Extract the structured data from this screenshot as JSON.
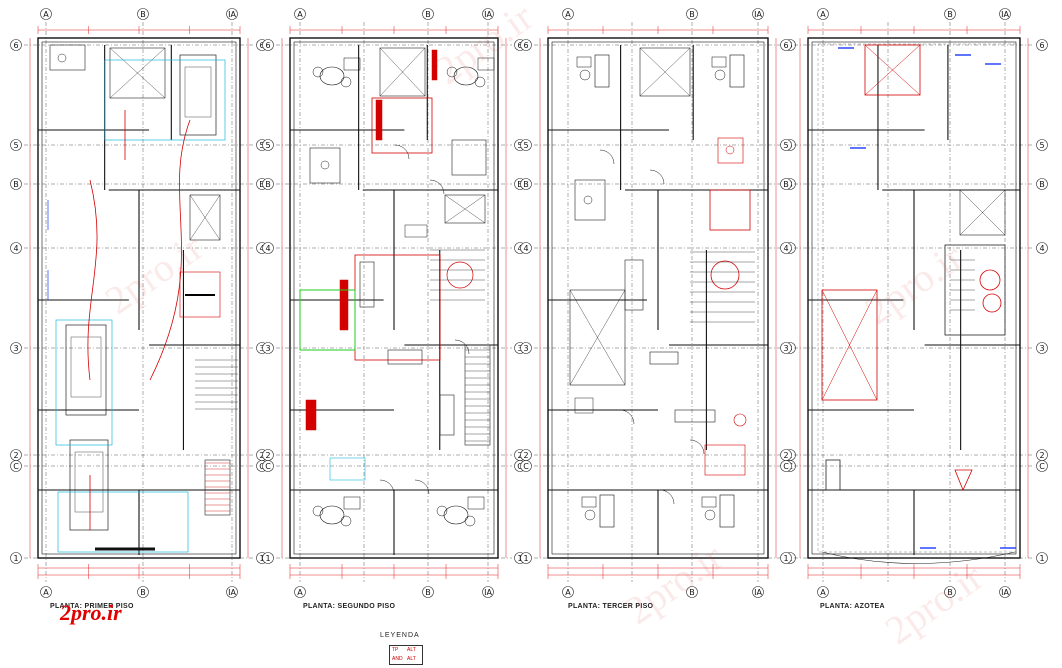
{
  "plans": [
    {
      "id": "p1",
      "title": "PLANTA: PRIMER PISO"
    },
    {
      "id": "p2",
      "title": "PLANTA: SEGUNDO PISO"
    },
    {
      "id": "p3",
      "title": "PLANTA: TERCER PISO"
    },
    {
      "id": "p4",
      "title": "PLANTA: AZOTEA"
    }
  ],
  "grid_rows": [
    "6",
    "5",
    "B",
    "4",
    "3",
    "2",
    "C",
    "1"
  ],
  "grid_cols_top": [
    "A",
    "B",
    "IA"
  ],
  "grid_cols_bottom": [
    "A",
    "B",
    "IA"
  ],
  "legend": {
    "title": "LEYENDA",
    "tp": "TP",
    "alt": "ALT",
    "and": "AND",
    "alt2": "ALT"
  },
  "brand": "2pro.ir",
  "watermark": "2pro.ir",
  "colors": {
    "wall": "#d40000",
    "dim": "#e02020",
    "grid": "#333333",
    "furniture": "#111111",
    "accent_blue": "#1a3cff",
    "cyan": "#19b7e0",
    "green": "#22cc22"
  }
}
